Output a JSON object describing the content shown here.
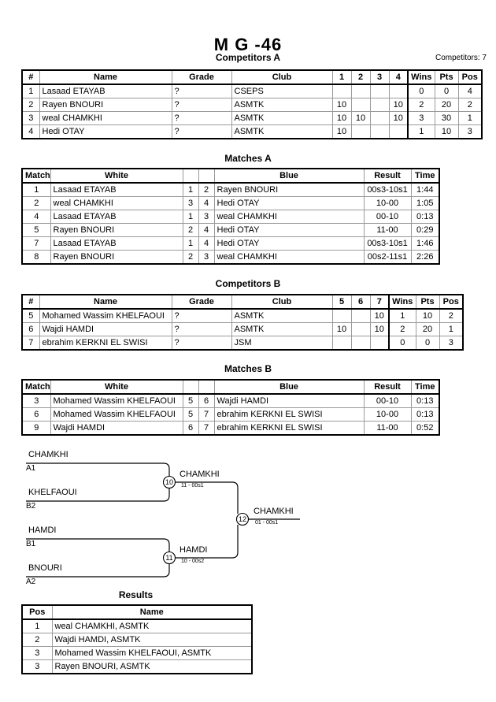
{
  "document": {
    "title": "M G -46",
    "competitors_label": "Competitors: 7"
  },
  "pool_a": {
    "caption": "Competitors A",
    "headers": [
      "#",
      "Name",
      "Grade",
      "Club",
      "1",
      "2",
      "3",
      "4",
      "Wins",
      "Pts",
      "Pos"
    ],
    "rows": [
      {
        "num": "1",
        "name": "Lasaad ETAYAB",
        "grade": "?",
        "club": "CSEPS",
        "m": [
          "",
          "",
          "",
          ""
        ],
        "wins": "0",
        "pts": "0",
        "pos": "4"
      },
      {
        "num": "2",
        "name": "Rayen BNOURI",
        "grade": "?",
        "club": "ASMTK",
        "m": [
          "10",
          "",
          "",
          "10"
        ],
        "wins": "2",
        "pts": "20",
        "pos": "2"
      },
      {
        "num": "3",
        "name": "weal CHAMKHI",
        "grade": "?",
        "club": "ASMTK",
        "m": [
          "10",
          "10",
          "",
          "10"
        ],
        "wins": "3",
        "pts": "30",
        "pos": "1"
      },
      {
        "num": "4",
        "name": "Hedi OTAY",
        "grade": "?",
        "club": "ASMTK",
        "m": [
          "10",
          "",
          "",
          ""
        ],
        "wins": "1",
        "pts": "10",
        "pos": "3"
      }
    ]
  },
  "matches_a": {
    "caption": "Matches A",
    "headers": [
      "Match",
      "White",
      "",
      "",
      "Blue",
      "Result",
      "Time"
    ],
    "rows": [
      {
        "match": "1",
        "white": "Lasaad ETAYAB",
        "wnum": "1",
        "bnum": "2",
        "blue": "Rayen BNOURI",
        "result": "00s3-10s1",
        "time": "1:44"
      },
      {
        "match": "2",
        "white": "weal CHAMKHI",
        "wnum": "3",
        "bnum": "4",
        "blue": "Hedi OTAY",
        "result": "10-00",
        "time": "1:05"
      },
      {
        "match": "4",
        "white": "Lasaad ETAYAB",
        "wnum": "1",
        "bnum": "3",
        "blue": "weal CHAMKHI",
        "result": "00-10",
        "time": "0:13"
      },
      {
        "match": "5",
        "white": "Rayen BNOURI",
        "wnum": "2",
        "bnum": "4",
        "blue": "Hedi OTAY",
        "result": "11-00",
        "time": "0:29"
      },
      {
        "match": "7",
        "white": "Lasaad ETAYAB",
        "wnum": "1",
        "bnum": "4",
        "blue": "Hedi OTAY",
        "result": "00s3-10s1",
        "time": "1:46"
      },
      {
        "match": "8",
        "white": "Rayen BNOURI",
        "wnum": "2",
        "bnum": "3",
        "blue": "weal CHAMKHI",
        "result": "00s2-11s1",
        "time": "2:26"
      }
    ]
  },
  "pool_b": {
    "caption": "Competitors B",
    "headers": [
      "#",
      "Name",
      "Grade",
      "Club",
      "5",
      "6",
      "7",
      "Wins",
      "Pts",
      "Pos"
    ],
    "rows": [
      {
        "num": "5",
        "name": "Mohamed Wassim KHELFAOUI",
        "grade": "?",
        "club": "ASMTK",
        "m": [
          "",
          "",
          "10"
        ],
        "wins": "1",
        "pts": "10",
        "pos": "2"
      },
      {
        "num": "6",
        "name": "Wajdi HAMDI",
        "grade": "?",
        "club": "ASMTK",
        "m": [
          "10",
          "",
          "10"
        ],
        "wins": "2",
        "pts": "20",
        "pos": "1"
      },
      {
        "num": "7",
        "name": "ebrahim KERKNI EL SWISI",
        "grade": "?",
        "club": "JSM",
        "m": [
          "",
          "",
          ""
        ],
        "wins": "0",
        "pts": "0",
        "pos": "3"
      }
    ]
  },
  "matches_b": {
    "caption": "Matches B",
    "headers": [
      "Match",
      "White",
      "",
      "",
      "Blue",
      "Result",
      "Time"
    ],
    "rows": [
      {
        "match": "3",
        "white": "Mohamed Wassim KHELFAOUI",
        "wnum": "5",
        "bnum": "6",
        "blue": "Wajdi HAMDI",
        "result": "00-10",
        "time": "0:13"
      },
      {
        "match": "6",
        "white": "Mohamed Wassim KHELFAOUI",
        "wnum": "5",
        "bnum": "7",
        "blue": "ebrahim KERKNI EL SWISI",
        "result": "10-00",
        "time": "0:13"
      },
      {
        "match": "9",
        "white": "Wajdi HAMDI",
        "wnum": "6",
        "bnum": "7",
        "blue": "ebrahim KERKNI EL SWISI",
        "result": "11-00",
        "time": "0:52"
      }
    ]
  },
  "bracket": {
    "entries": [
      {
        "name": "CHAMKHI",
        "seed": "A1"
      },
      {
        "name": "KHELFAOUI",
        "seed": "B2"
      },
      {
        "name": "HAMDI",
        "seed": "B1"
      },
      {
        "name": "BNOURI",
        "seed": "A2"
      }
    ],
    "semi_top": {
      "match": "10",
      "winner": "CHAMKHI",
      "score": "11 - 00s1"
    },
    "semi_bottom": {
      "match": "11",
      "winner": "HAMDI",
      "score": "10 - 00s2"
    },
    "final": {
      "match": "12",
      "winner": "CHAMKHI",
      "score": "01 - 00s1"
    }
  },
  "results": {
    "caption": "Results",
    "headers": [
      "Pos",
      "Name"
    ],
    "rows": [
      {
        "pos": "1",
        "name": "weal CHAMKHI, ASMTK"
      },
      {
        "pos": "2",
        "name": "Wajdi HAMDI, ASMTK"
      },
      {
        "pos": "3",
        "name": "Mohamed Wassim KHELFAOUI, ASMTK"
      },
      {
        "pos": "3",
        "name": "Rayen BNOURI, ASMTK"
      }
    ]
  }
}
